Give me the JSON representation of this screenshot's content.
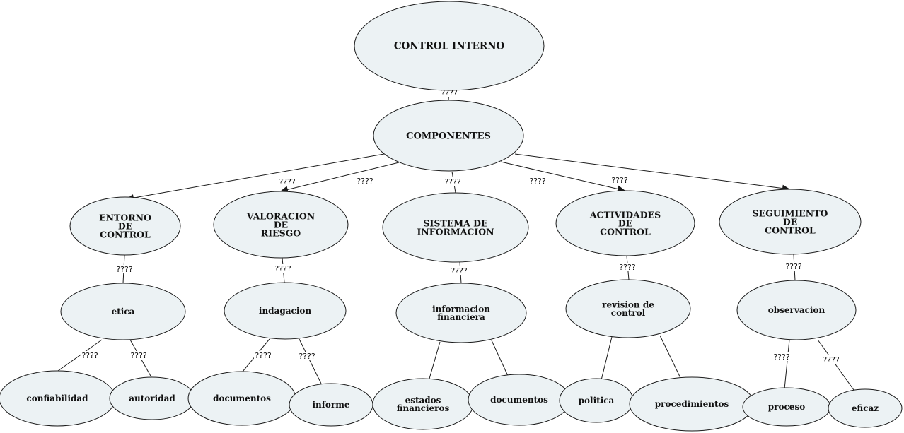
{
  "colors": {
    "node_fill": "#ecf2f4",
    "node_stroke": "#1a1a1a",
    "line": "#1a1a1a",
    "text": "#111111",
    "background": "#ffffff"
  },
  "diagram": {
    "nodes": [
      {
        "id": "control-interno",
        "lines": [
          "CONTROL INTERNO"
        ]
      },
      {
        "id": "componentes",
        "lines": [
          "COMPONENTES"
        ]
      },
      {
        "id": "entorno",
        "lines": [
          "ENTORNO",
          "DE",
          "CONTROL"
        ]
      },
      {
        "id": "valoracion",
        "lines": [
          "VALORACION",
          "DE",
          "RIESGO"
        ]
      },
      {
        "id": "sistema",
        "lines": [
          "SISTEMA DE",
          "INFORMACION"
        ]
      },
      {
        "id": "actividades",
        "lines": [
          "ACTIVIDADES",
          "DE",
          "CONTROL"
        ]
      },
      {
        "id": "seguimiento",
        "lines": [
          "SEGUIMIENTO",
          "DE",
          "CONTROL"
        ]
      },
      {
        "id": "etica",
        "lines": [
          "etica"
        ]
      },
      {
        "id": "indagacion",
        "lines": [
          "indagacion"
        ]
      },
      {
        "id": "informacion-financiera",
        "lines": [
          "informacion",
          "financiera"
        ]
      },
      {
        "id": "revision",
        "lines": [
          "revision de",
          "control"
        ]
      },
      {
        "id": "observacion",
        "lines": [
          "observacion"
        ]
      },
      {
        "id": "confiabilidad",
        "lines": [
          "confiabilidad"
        ]
      },
      {
        "id": "autoridad",
        "lines": [
          "autoridad"
        ]
      },
      {
        "id": "documentos-1",
        "lines": [
          "documentos"
        ]
      },
      {
        "id": "informe",
        "lines": [
          "informe"
        ]
      },
      {
        "id": "estados-financieros",
        "lines": [
          "estados",
          "financieros"
        ]
      },
      {
        "id": "documentos-2",
        "lines": [
          "documentos"
        ]
      },
      {
        "id": "politica",
        "lines": [
          "politica"
        ]
      },
      {
        "id": "procedimientos",
        "lines": [
          "procedimientos"
        ]
      },
      {
        "id": "proceso",
        "lines": [
          "proceso"
        ]
      },
      {
        "id": "eficaz",
        "lines": [
          "eficaz"
        ]
      }
    ],
    "edges": [
      {
        "from": "control-interno",
        "to": "componentes",
        "label": "????",
        "arrow": false
      },
      {
        "from": "componentes",
        "to": "entorno",
        "label": "????",
        "arrow": true
      },
      {
        "from": "componentes",
        "to": "valoracion",
        "label": "????",
        "arrow": true
      },
      {
        "from": "componentes",
        "to": "sistema",
        "label": "????",
        "arrow": false
      },
      {
        "from": "componentes",
        "to": "actividades",
        "label": "????",
        "arrow": true
      },
      {
        "from": "componentes",
        "to": "seguimiento",
        "label": "????",
        "arrow": true
      },
      {
        "from": "entorno",
        "to": "etica",
        "label": "????",
        "arrow": false
      },
      {
        "from": "valoracion",
        "to": "indagacion",
        "label": "????",
        "arrow": false
      },
      {
        "from": "sistema",
        "to": "informacion-financiera",
        "label": "????",
        "arrow": false
      },
      {
        "from": "actividades",
        "to": "revision",
        "label": "????",
        "arrow": false
      },
      {
        "from": "seguimiento",
        "to": "observacion",
        "label": "????",
        "arrow": false
      },
      {
        "from": "etica",
        "to": "confiabilidad",
        "label": "????",
        "arrow": false
      },
      {
        "from": "etica",
        "to": "autoridad",
        "label": "????",
        "arrow": false
      },
      {
        "from": "indagacion",
        "to": "documentos-1",
        "label": "????",
        "arrow": false
      },
      {
        "from": "indagacion",
        "to": "informe",
        "label": "????",
        "arrow": false
      },
      {
        "from": "informacion-financiera",
        "to": "estados-financieros",
        "label": "",
        "arrow": false
      },
      {
        "from": "informacion-financiera",
        "to": "documentos-2",
        "label": "",
        "arrow": false
      },
      {
        "from": "revision",
        "to": "politica",
        "label": "",
        "arrow": false
      },
      {
        "from": "revision",
        "to": "procedimientos",
        "label": "",
        "arrow": false
      },
      {
        "from": "observacion",
        "to": "proceso",
        "label": "????",
        "arrow": false
      },
      {
        "from": "observacion",
        "to": "eficaz",
        "label": "????",
        "arrow": false
      }
    ]
  }
}
